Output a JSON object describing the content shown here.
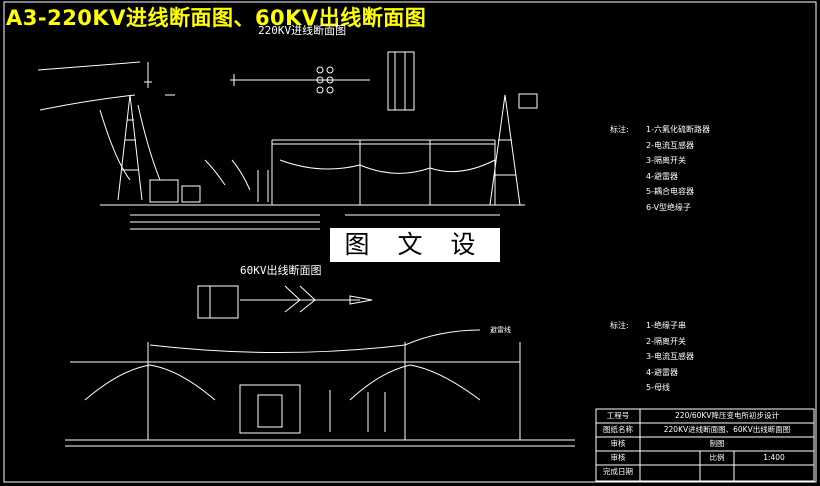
{
  "title": "A3-220KV进线断面图、60KV出线断面图",
  "section_220_label": "220KV进线断面图",
  "section_60_label": "60KV出线断面图",
  "watermark": "图 文 设 计",
  "legend_220": {
    "header": "标注:",
    "items": [
      "1-六氟化硫断路器",
      "2-电流互感器",
      "3-隔离开关",
      "4-避雷器",
      "5-耦合电容器",
      "6-V型绝缘子"
    ]
  },
  "legend_60": {
    "header": "标注:",
    "items": [
      "1-绝缘子串",
      "2-隔离开关",
      "3-电流互感器",
      "4-避雷器",
      "5-母线"
    ]
  },
  "annotation_lead": "避雷线",
  "title_block": {
    "project_label": "工程号",
    "project_name": "220/60KV降压变电所初步设计",
    "drawing_name_label": "图纸名称",
    "drawing_name": "220KV进线断面图、60KV出线断面图",
    "checked_label": "审核",
    "drawn_label": "制图",
    "verify_label": "审核",
    "scale_label": "比例",
    "scale_value": "1:400",
    "date_label": "完成日期"
  },
  "colors": {
    "title": "#ffff00",
    "lines": "#ffffff",
    "background": "#000000"
  }
}
